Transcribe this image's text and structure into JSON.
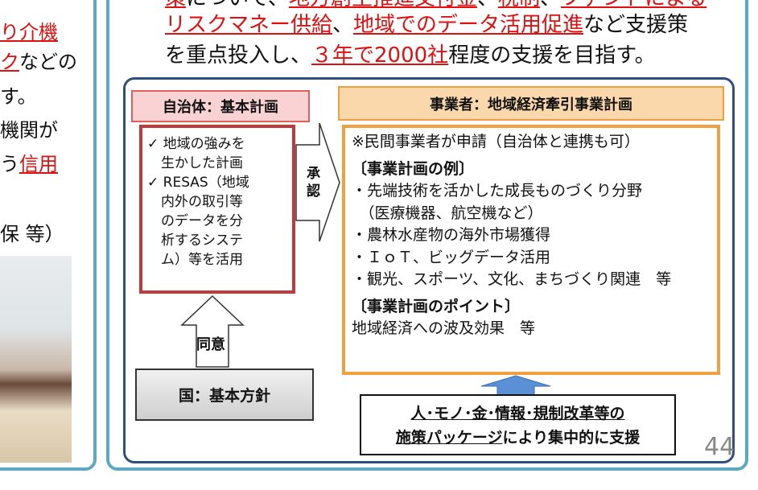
{
  "left_panel": {
    "lines": [
      {
        "text": "り介機",
        "red": true
      },
      {
        "pre": "",
        "red_text": "ク",
        "post": "などの"
      },
      {
        "text": "す。"
      },
      {
        "text": "機関が"
      },
      {
        "pre": "う",
        "red_text": "信用",
        "post": ""
      },
      {
        "text": "保 等）"
      }
    ]
  },
  "right_panel": {
    "line1": {
      "red1": "策",
      "mid": "について、",
      "red2": "地方創生推進交付金",
      "sep1": "、",
      "red3": "税制",
      "sep2": "、",
      "red4": "ファンドによる"
    },
    "line2": {
      "red1": "リスクマネー供給",
      "sep": "、",
      "red2": "地域でのデータ活用促進",
      "post": "など支援策"
    },
    "line3": {
      "pre": "を重点投入し、",
      "red": "３年で2000社",
      "post": "程度の支援を目指す。"
    }
  },
  "diagram": {
    "municipality_header": "自治体：基本計画",
    "municipality_items": [
      "✓ 地域の強みを\n　生かした計画",
      "✓ RESAS（地域\n　内外の取引等\n　のデータを分\n　析するシステ\n　ム）等を活用"
    ],
    "approval_label": "承\n認",
    "consent_label": "同意",
    "national_label": "国：基本方針",
    "business_header": "事業者：地域経済牽引事業計画",
    "business_lines": [
      "※民間事業者が申請（自治体と連携も可）",
      "〔事業計画の例〕",
      "・先端技術を活かした成長ものづくり分野",
      "　（医療機器、航空機など）",
      "・農林水産物の海外市場獲得",
      "・ＩｏＴ、ビッグデータ活用",
      "・観光、スポーツ、文化、まちづくり関連　等",
      "〔事業計画のポイント〕",
      "地域経済への波及効果　等"
    ],
    "support_line1": "人･モノ･金･情報･規制改革等の",
    "support_line2_u": "施策パッケージ",
    "support_line2_post": "により集中的に支援"
  },
  "page_number": "44",
  "colors": {
    "accent_red": "#e01010",
    "panel_border": "#5aaac6",
    "inner_border": "#2f4f7f",
    "orange": "#f0a040"
  }
}
